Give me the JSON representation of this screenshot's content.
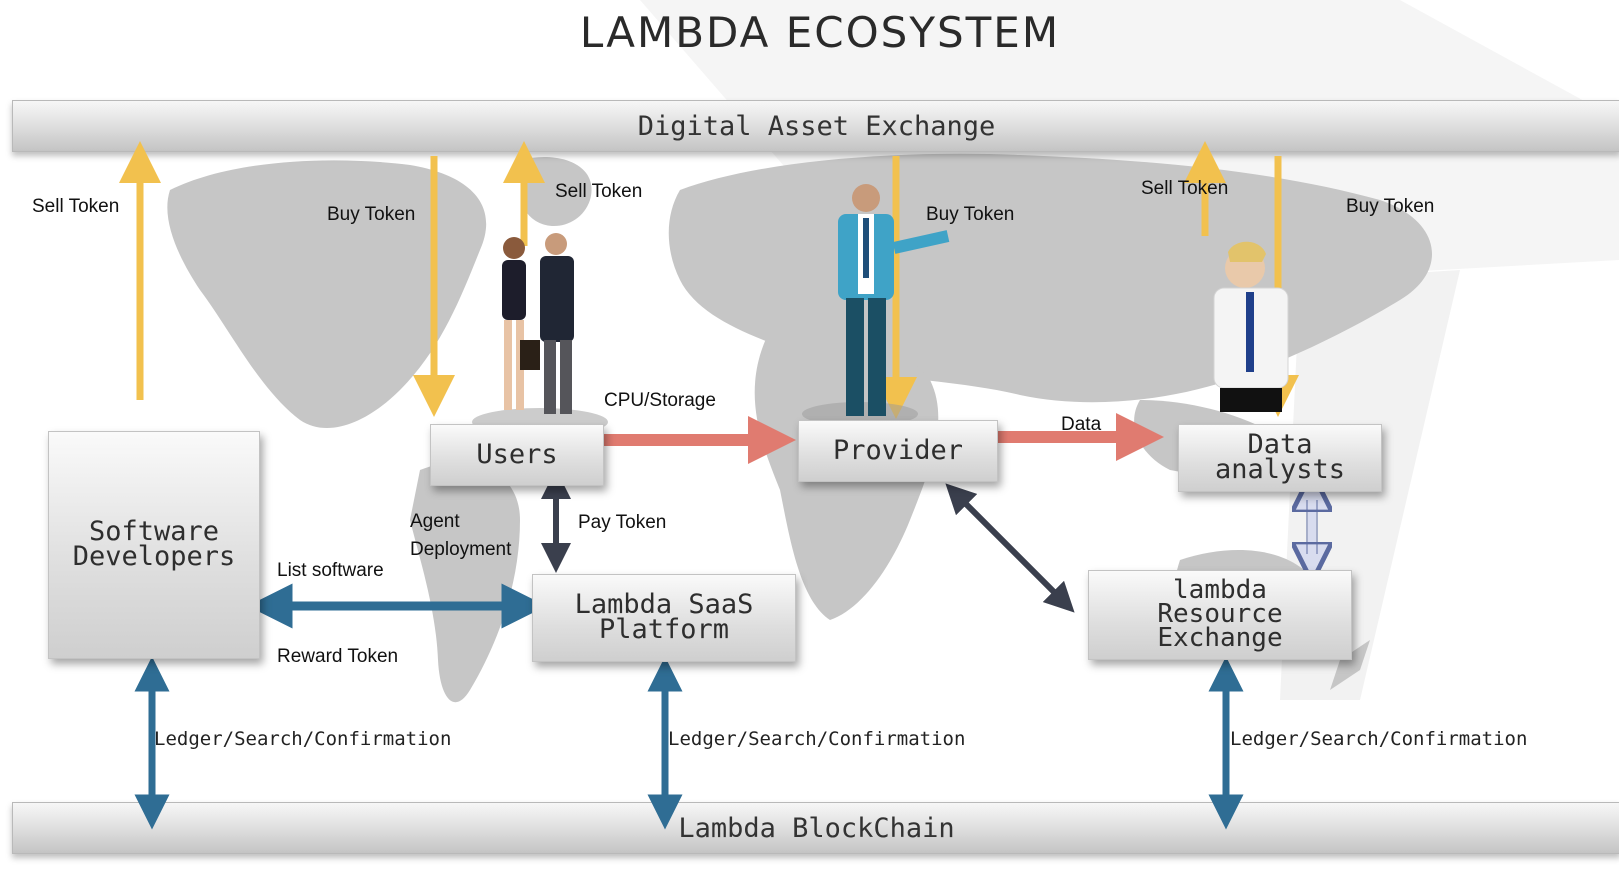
{
  "title": "LAMBDA ECOSYSTEM",
  "bars": {
    "top": "Digital Asset Exchange",
    "bottom": "Lambda BlockChain"
  },
  "nodes": {
    "software_developers": "Software\nDevelopers",
    "users": "Users",
    "provider": "Provider",
    "data_analysts": "Data\nanalysts",
    "saas_platform": "Lambda SaaS\nPlatform",
    "resource_exchange": "lambda\nResource\nExchange"
  },
  "labels": {
    "sell_token_1": "Sell Token",
    "buy_token_1": "Buy Token",
    "sell_token_2": "Sell Token",
    "buy_token_2": "Buy Token",
    "sell_token_3": "Sell Token",
    "buy_token_3": "Buy Token",
    "cpu_storage": "CPU/Storage",
    "data": "Data",
    "agent_deployment": "Agent\nDeployment",
    "pay_token": "Pay Token",
    "list_software": "List software",
    "reward_token": "Reward Token",
    "ledger_1": "Ledger/Search/Confirmation",
    "ledger_2": "Ledger/Search/Confirmation",
    "ledger_3": "Ledger/Search/Confirmation"
  },
  "colors": {
    "token_arrow": "#f2c14e",
    "flow_arrow": "#e07b70",
    "ledger_arrow": "#2f6d94",
    "dark_arrow": "#3a3f4d",
    "map": "#c4c4c4",
    "light_arrow": "#d8dcef"
  }
}
